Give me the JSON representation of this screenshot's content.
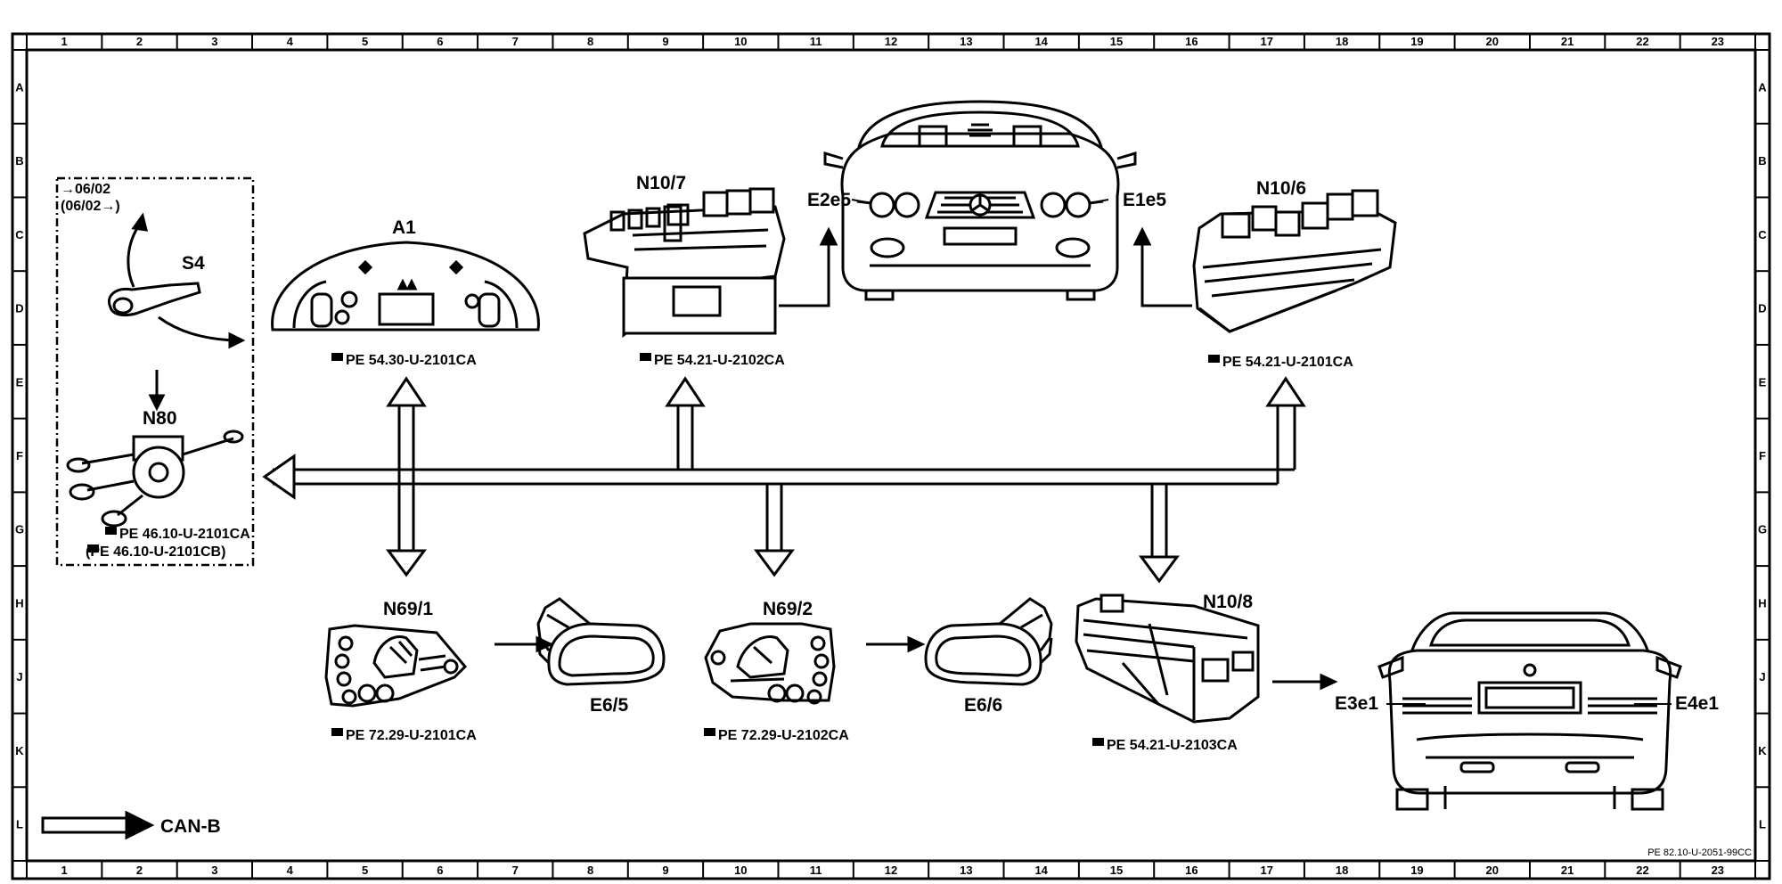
{
  "grid": {
    "columns": [
      "1",
      "2",
      "3",
      "4",
      "5",
      "6",
      "7",
      "8",
      "9",
      "10",
      "11",
      "12",
      "13",
      "14",
      "15",
      "16",
      "17",
      "18",
      "19",
      "20",
      "21",
      "22",
      "23"
    ],
    "rows": [
      "A",
      "B",
      "C",
      "D",
      "E",
      "F",
      "G",
      "H",
      "J",
      "K",
      "L"
    ]
  },
  "components": {
    "s4": {
      "label": "S4",
      "note_line1": "→06/02",
      "note_line2": "(06/02→)"
    },
    "n80": {
      "label": "N80",
      "ref1": "PE 46.10-U-2101CA",
      "ref2": "(PE 46.10-U-2101CB)"
    },
    "a1": {
      "label": "A1",
      "ref": "PE 54.30-U-2101CA"
    },
    "n10_7": {
      "label": "N10/7",
      "ref": "PE 54.21-U-2102CA"
    },
    "n10_6": {
      "label": "N10/6",
      "ref": "PE 54.21-U-2101CA"
    },
    "front_car": {
      "left_lamp": "E2e5",
      "right_lamp": "E1e5"
    },
    "n69_1": {
      "label": "N69/1",
      "ref": "PE 72.29-U-2101CA"
    },
    "e6_5": {
      "label": "E6/5"
    },
    "n69_2": {
      "label": "N69/2",
      "ref": "PE 72.29-U-2102CA"
    },
    "e6_6": {
      "label": "E6/6"
    },
    "n10_8": {
      "label": "N10/8",
      "ref": "PE 54.21-U-2103CA"
    },
    "rear_car": {
      "left_lamp": "E3e1",
      "right_lamp": "E4e1"
    }
  },
  "legend": {
    "label": "CAN-B"
  },
  "footer": {
    "doc_id": "PE 82.10-U-2051-99CC"
  }
}
